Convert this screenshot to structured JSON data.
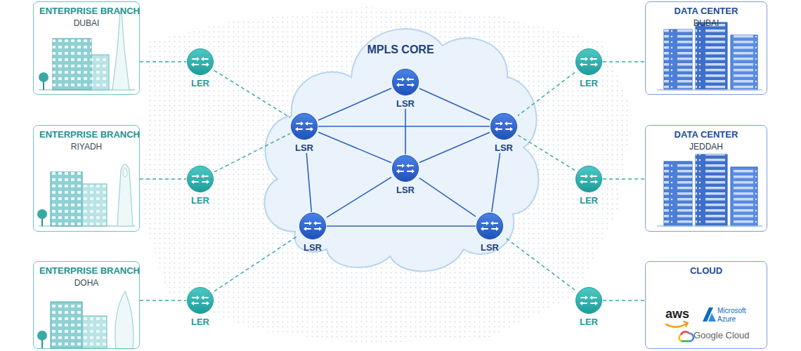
{
  "diagram": {
    "nodes": [
      {
        "text": [
          "ENTERPRISE BRANCH",
          "DUBAI"
        ]
      },
      {
        "text": [
          "LER"
        ]
      },
      {
        "text": [
          "ENTERPRISE BRANCH",
          "RIYADH"
        ]
      },
      {
        "text": [
          "LER"
        ]
      },
      {
        "text": [
          "ENTERPRISE BRANCH",
          "DOHA"
        ]
      },
      {
        "text": [
          "LER"
        ]
      },
      {
        "text": [
          "MPLS CORE"
        ]
      },
      {
        "text": [
          "LSR"
        ],
        "in": 6
      },
      {
        "text": [
          "LSR"
        ],
        "in": 6
      },
      {
        "text": [
          "LSR"
        ],
        "in": 6
      },
      {
        "text": [
          "LSR"
        ],
        "in": 6
      },
      {
        "text": [
          "LSR"
        ],
        "in": 6
      },
      {
        "text": [
          "LSR"
        ],
        "in": 6
      },
      {
        "text": [
          "DATA CENTER",
          "DUBAI"
        ]
      },
      {
        "text": [
          "LER"
        ]
      },
      {
        "text": [
          "DATA CENTER",
          "JEDDAH"
        ]
      },
      {
        "text": [
          "LER"
        ]
      },
      {
        "text": [
          "CLOUD",
          "aws",
          "Microsoft Azure",
          "Google Cloud"
        ]
      },
      {
        "text": [
          "LER"
        ]
      }
    ],
    "edges": [
      {
        "from": 0,
        "to": 1,
        "arrow": "none"
      },
      {
        "from": 2,
        "to": 3,
        "arrow": "none"
      },
      {
        "from": 4,
        "to": 5,
        "arrow": "none"
      },
      {
        "from": 1,
        "to": 8,
        "arrow": "none"
      },
      {
        "from": 3,
        "to": 8,
        "arrow": "none"
      },
      {
        "from": 5,
        "to": 11,
        "arrow": "none"
      },
      {
        "from": 14,
        "to": 13,
        "arrow": "none"
      },
      {
        "from": 16,
        "to": 15,
        "arrow": "none"
      },
      {
        "from": 18,
        "to": 17,
        "arrow": "none"
      },
      {
        "from": 14,
        "to": 9,
        "arrow": "none"
      },
      {
        "from": 16,
        "to": 9,
        "arrow": "none"
      },
      {
        "from": 18,
        "to": 12,
        "arrow": "none"
      },
      {
        "from": 7,
        "to": 8,
        "arrow": "none"
      },
      {
        "from": 7,
        "to": 9,
        "arrow": "none"
      },
      {
        "from": 7,
        "to": 10,
        "arrow": "none"
      },
      {
        "from": 8,
        "to": 9,
        "arrow": "none"
      },
      {
        "from": 8,
        "to": 10,
        "arrow": "none"
      },
      {
        "from": 9,
        "to": 10,
        "arrow": "none"
      },
      {
        "from": 8,
        "to": 11,
        "arrow": "none"
      },
      {
        "from": 9,
        "to": 12,
        "arrow": "none"
      },
      {
        "from": 11,
        "to": 10,
        "arrow": "none"
      },
      {
        "from": 12,
        "to": 10,
        "arrow": "none"
      },
      {
        "from": 11,
        "to": 12,
        "arrow": "none"
      }
    ]
  }
}
